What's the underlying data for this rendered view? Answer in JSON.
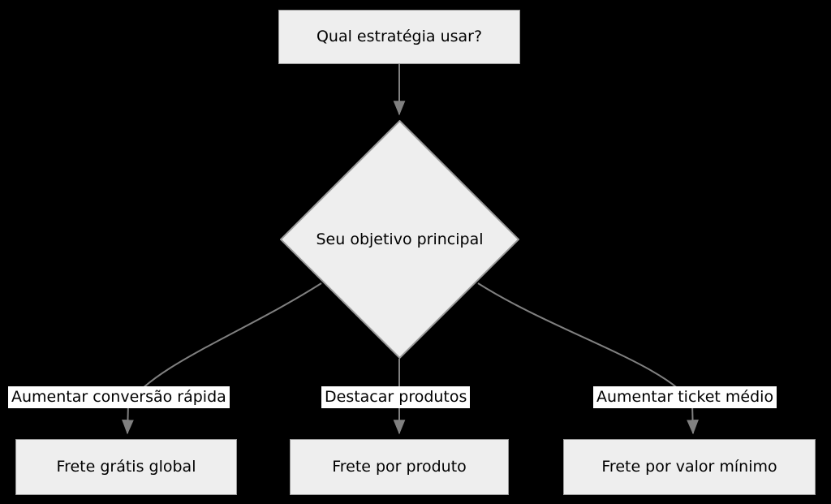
{
  "diagram": {
    "type": "flowchart",
    "orientation": "top-down",
    "background_color": "#000000",
    "node_fill": "#eeeeee",
    "node_stroke": "#9a9a9a",
    "edge_color": "#808080",
    "text_color": "#000000",
    "label_background": "#ffffff"
  },
  "nodes": {
    "start": {
      "id": "start",
      "shape": "rectangle",
      "label": "Qual estratégia usar?"
    },
    "decision": {
      "id": "decision",
      "shape": "diamond",
      "label": "Seu objetivo principal"
    },
    "outcome_left": {
      "id": "outcome_left",
      "shape": "rectangle",
      "label": "Frete grátis global"
    },
    "outcome_middle": {
      "id": "outcome_middle",
      "shape": "rectangle",
      "label": "Frete por produto"
    },
    "outcome_right": {
      "id": "outcome_right",
      "shape": "rectangle",
      "label": "Frete por valor mínimo"
    }
  },
  "edges": [
    {
      "from": "start",
      "to": "decision",
      "label": "",
      "arrow": true
    },
    {
      "from": "decision",
      "to": "outcome_left",
      "label": "Aumentar conversão rápida",
      "arrow": true
    },
    {
      "from": "decision",
      "to": "outcome_middle",
      "label": "Destacar produtos",
      "arrow": true
    },
    {
      "from": "decision",
      "to": "outcome_right",
      "label": "Aumentar ticket médio",
      "arrow": true
    }
  ]
}
